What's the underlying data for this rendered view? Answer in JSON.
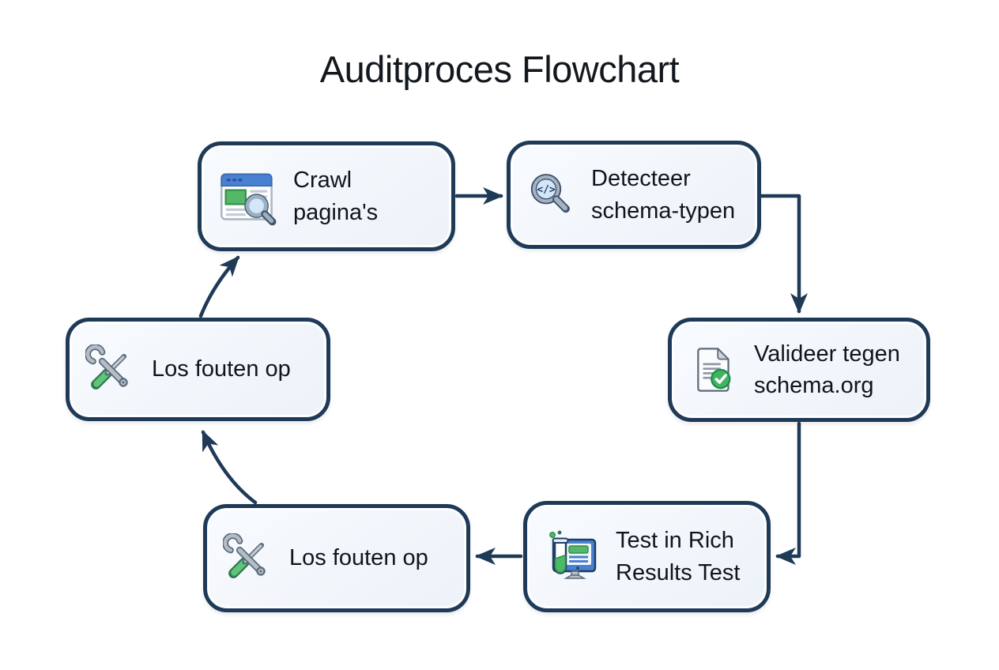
{
  "title": "Auditproces Flowchart",
  "colors": {
    "background": "#ffffff",
    "accent": "#1e3a57",
    "node_border": "#1e3a57",
    "node_fill": "#f2f6fb",
    "text": "#10151c",
    "green": "#45b164",
    "blue": "#4a80d1"
  },
  "nodes": [
    {
      "id": "crawl",
      "icon": "browser-search-icon",
      "lines": [
        "Crawl",
        "pagina's"
      ]
    },
    {
      "id": "detect",
      "icon": "code-magnifier-icon",
      "lines": [
        "Detecteer",
        "schema-typen"
      ]
    },
    {
      "id": "validate",
      "icon": "document-check-icon",
      "lines": [
        "Valideer tegen",
        "schema.org"
      ]
    },
    {
      "id": "rich-test",
      "icon": "test-tube-monitor-icon",
      "lines": [
        "Test in Rich",
        "Results Test"
      ]
    },
    {
      "id": "fix-errors-bottom",
      "icon": "tools-icon",
      "lines": [
        "Los fouten op"
      ]
    },
    {
      "id": "fix-errors-left",
      "icon": "tools-icon",
      "lines": [
        "Los fouten op"
      ]
    }
  ],
  "edges": [
    {
      "from": "crawl",
      "to": "detect"
    },
    {
      "from": "detect",
      "to": "validate"
    },
    {
      "from": "validate",
      "to": "rich-test"
    },
    {
      "from": "rich-test",
      "to": "fix-errors-bottom"
    },
    {
      "from": "fix-errors-bottom",
      "to": "fix-errors-left"
    },
    {
      "from": "fix-errors-left",
      "to": "crawl"
    }
  ]
}
